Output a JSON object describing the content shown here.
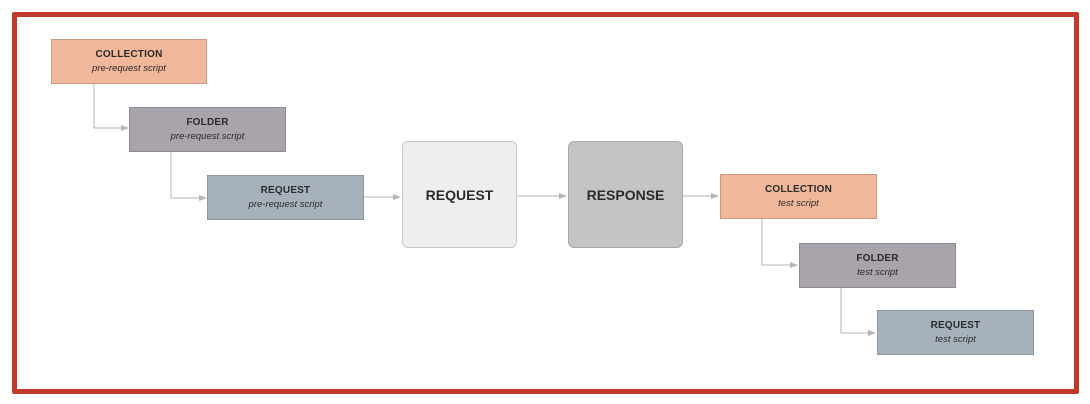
{
  "pre_request": {
    "collection": {
      "title": "COLLECTION",
      "subtitle": "pre-request script"
    },
    "folder": {
      "title": "FOLDER",
      "subtitle": "pre-request script"
    },
    "request": {
      "title": "REQUEST",
      "subtitle": "pre-request script"
    }
  },
  "main": {
    "request_label": "REQUEST",
    "response_label": "RESPONSE"
  },
  "test": {
    "collection": {
      "title": "COLLECTION",
      "subtitle": "test script"
    },
    "folder": {
      "title": "FOLDER",
      "subtitle": "test script"
    },
    "request": {
      "title": "REQUEST",
      "subtitle": "test script"
    }
  },
  "colors": {
    "frame": "#c0392b",
    "collection": "#f0b79a",
    "folder": "#a9a3ac",
    "request": "#a7b1bb",
    "main_request": "#eeeeee",
    "main_response": "#c4c4c4"
  }
}
